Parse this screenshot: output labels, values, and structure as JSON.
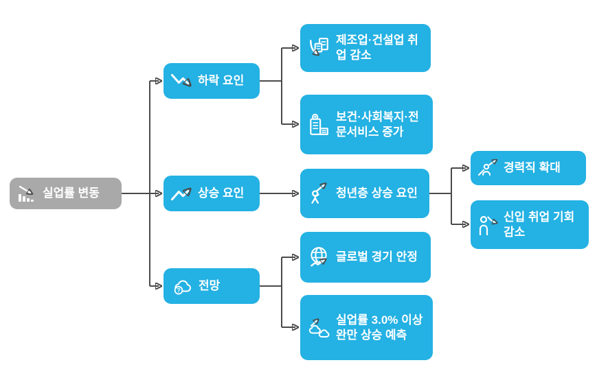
{
  "diagram": {
    "type": "flowchart",
    "direction": "left-to-right",
    "colors": {
      "node_blue": "#24b1e3",
      "node_gray": "#a9a9a9",
      "connector": "#4a4a4a",
      "text": "#ffffff",
      "background": "#ffffff"
    },
    "root": {
      "label": "실업률 변동",
      "icon": "bar-chart-decline-icon"
    },
    "branches": [
      {
        "label": "하락 요인",
        "icon": "trend-down-icon",
        "children": [
          {
            "label": "제조업·건설업 취업 감소",
            "icon": "industry-decline-icon"
          },
          {
            "label": "보건·사회복지·전문서비스 증가",
            "icon": "hospital-icon"
          }
        ]
      },
      {
        "label": "상승 요인",
        "icon": "trend-up-icon",
        "children": [
          {
            "label": "청년층 상승 요인",
            "icon": "person-rise-icon",
            "children": [
              {
                "label": "경력직 확대",
                "icon": "person-career-up-icon"
              },
              {
                "label": "신입 취업 기회 감소",
                "icon": "person-opportunity-down-icon"
              }
            ]
          }
        ]
      },
      {
        "label": "전망",
        "icon": "cloud-question-icon",
        "children": [
          {
            "label": "글로벌 경기 안정",
            "icon": "globe-trend-icon"
          },
          {
            "label": "실업률 3.0% 이상 완만 상승 예측",
            "icon": "clouds-rise-icon"
          }
        ]
      }
    ]
  }
}
